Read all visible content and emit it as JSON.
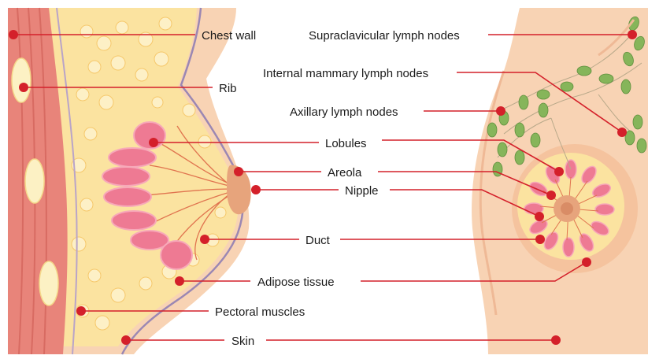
{
  "labels": {
    "chest_wall": "Chest wall",
    "rib": "Rib",
    "lobules": "Lobules",
    "areola": "Areola",
    "nipple": "Nipple",
    "duct": "Duct",
    "adipose_tissue": "Adipose tissue",
    "pectoral_muscles": "Pectoral muscles",
    "skin": "Skin",
    "supraclavicular_lymph_nodes": "Supraclavicular lymph nodes",
    "internal_mammary_lymph_nodes": "Internal mammary lymph nodes",
    "axillary_lymph_nodes": "Axillary lymph nodes"
  },
  "colors": {
    "skin": "#f8d3b4",
    "skin_shadow": "#efb996",
    "fat": "#fbe3a0",
    "fat_light": "#fdf0c6",
    "muscle": "#e8847a",
    "muscle_dark": "#d86b62",
    "lobule": "#ee7a93",
    "lobule_light": "#f7a9b9",
    "duct": "#e0744f",
    "lymph_node": "#86b55a",
    "leader": "#d4202a"
  }
}
